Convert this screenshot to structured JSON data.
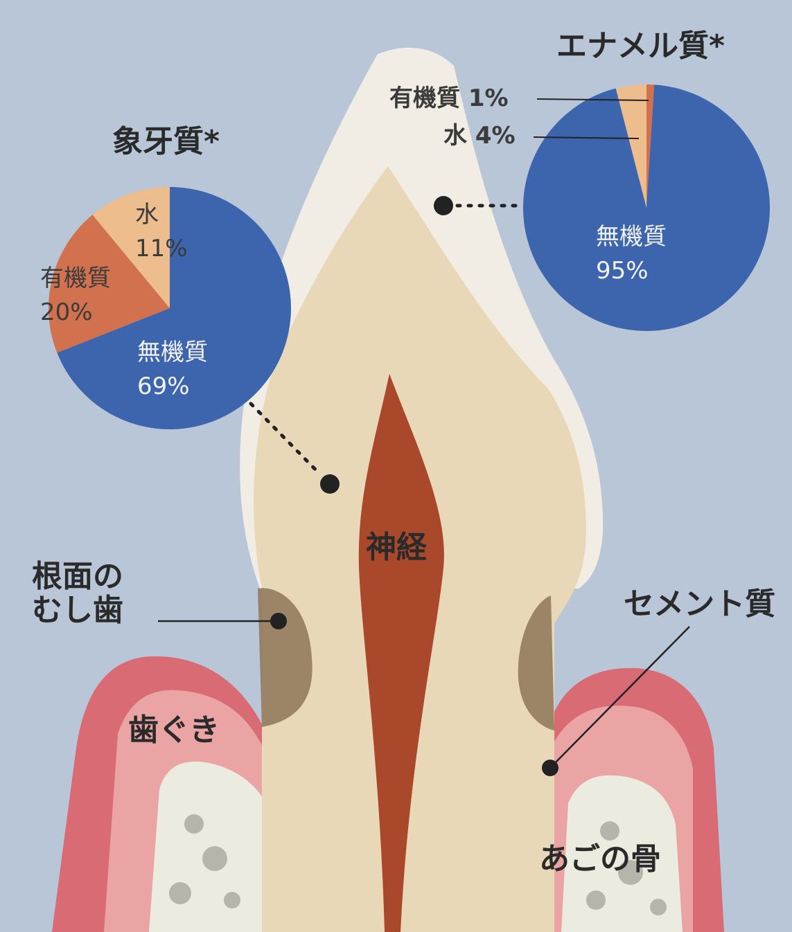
{
  "colors": {
    "background": "#b8c6d7",
    "inorganic": "#3c65ad",
    "organic": "#d2714e",
    "water": "#edbd8e",
    "gum": "#d86b74",
    "pulp": "#a9482a",
    "dentin": "#e9d8b8",
    "enamel": "#f1ede5"
  },
  "labels": {
    "enamel_title": "エナメル質*",
    "dentin_title": "象牙質*",
    "nerve": "神経",
    "root_caries_line1": "根面の",
    "root_caries_line2": "むし歯",
    "cementum": "セメント質",
    "gum": "歯ぐき",
    "jawbone": "あごの骨"
  },
  "chart_data": [
    {
      "type": "pie",
      "title": "象牙質*",
      "slices": [
        {
          "label": "無機質",
          "value": 69,
          "value_label": "69%"
        },
        {
          "label": "有機質",
          "value": 20,
          "value_label": "20%"
        },
        {
          "label": "水",
          "value": 11,
          "value_label": "11%"
        }
      ]
    },
    {
      "type": "pie",
      "title": "エナメル質*",
      "slices": [
        {
          "label": "有機質",
          "value": 1,
          "value_label": "1%"
        },
        {
          "label": "無機質",
          "value": 95,
          "value_label": "95%"
        },
        {
          "label": "水",
          "value": 4,
          "value_label": "4%"
        }
      ]
    }
  ]
}
